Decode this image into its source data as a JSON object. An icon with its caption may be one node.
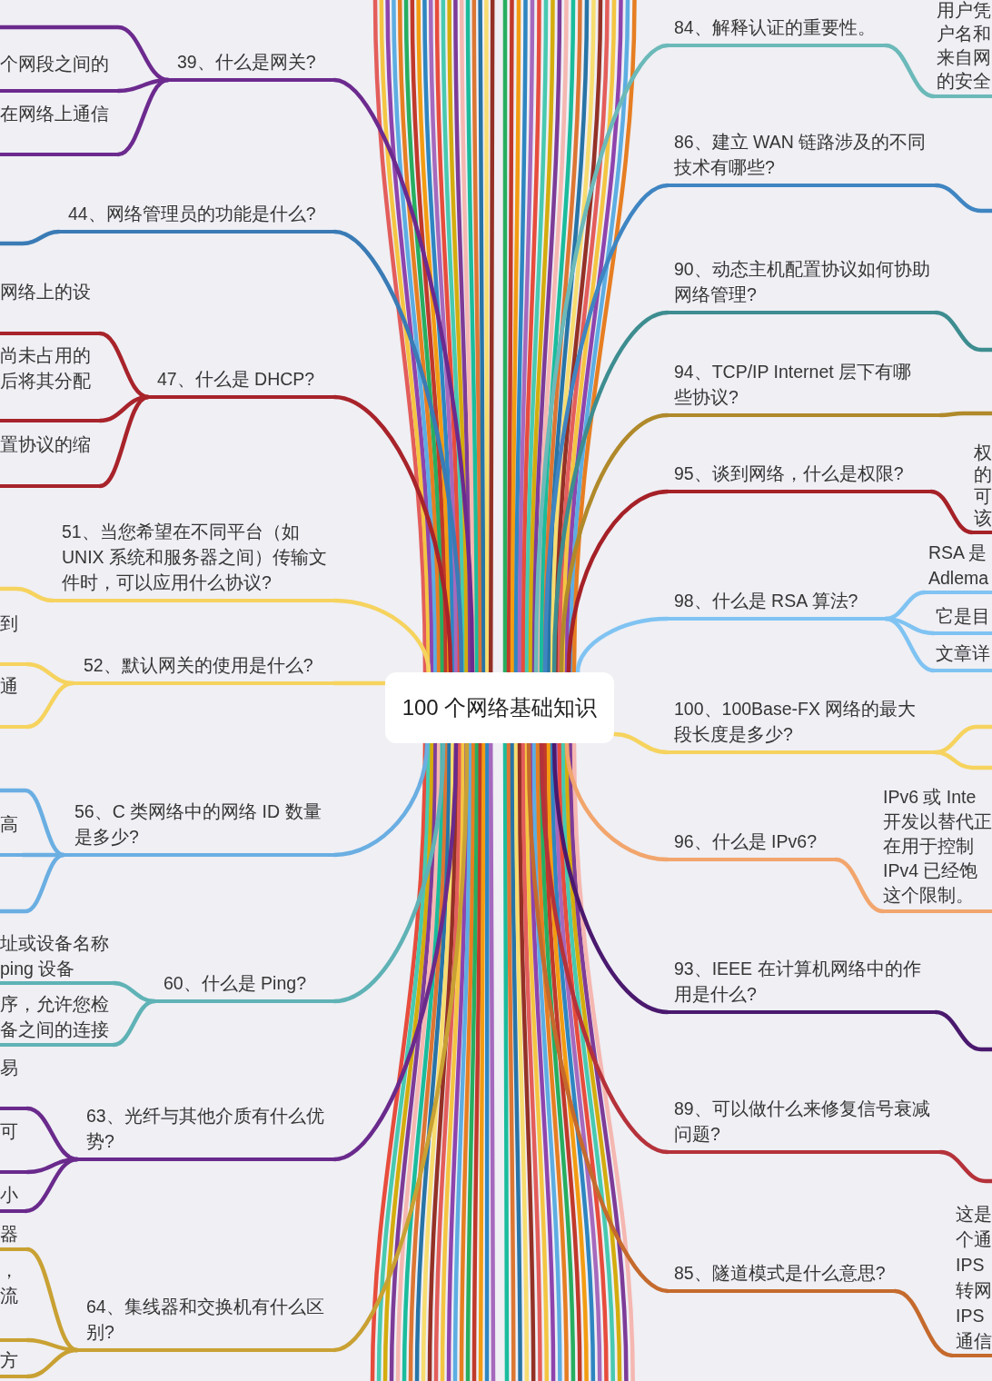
{
  "diagram": {
    "nodes": [
      {
        "text": [
          "100 个网络基础知识"
        ]
      },
      {
        "text": [
          "39、什么是网关?"
        ]
      },
      {
        "text": [
          "个网段之间的"
        ]
      },
      {
        "text": [
          "在网络上通信"
        ]
      },
      {
        "text": [
          "44、网络管理员的功能是什么?"
        ]
      },
      {
        "text": [
          "47、什么是 DHCP?"
        ]
      },
      {
        "text": [
          "网络上的设"
        ]
      },
      {
        "text": [
          "尚未占用的后将其分配"
        ]
      },
      {
        "text": [
          "置协议的缩"
        ]
      },
      {
        "text": [
          "51、当您希望在不同平台（如 UNIX 系统和服务器之间）传输文件时，可以应用什么协议?"
        ]
      },
      {
        "text": [
          "52、默认网关的使用是什么?"
        ]
      },
      {
        "text": [
          "到"
        ]
      },
      {
        "text": [
          "通"
        ]
      },
      {
        "text": [
          "56、C 类网络中的网络 ID 数量是多少?"
        ]
      },
      {
        "text": [
          "高"
        ]
      },
      {
        "text": [
          "60、什么是 Ping?"
        ]
      },
      {
        "text": [
          "址或设备名称ping 设备"
        ]
      },
      {
        "text": [
          "序，允许您检备之间的连接"
        ]
      },
      {
        "text": [
          "63、光纤与其他介质有什么优势?"
        ]
      },
      {
        "text": [
          "易"
        ]
      },
      {
        "text": [
          "可"
        ]
      },
      {
        "text": [
          "小"
        ]
      },
      {
        "text": [
          "64、集线器和交换机有什么区别?"
        ]
      },
      {
        "text": [
          "器"
        ]
      },
      {
        "text": [
          "，流"
        ]
      },
      {
        "text": [
          "方"
        ]
      },
      {
        "text": [
          "84、解释认证的重要性。"
        ]
      },
      {
        "text": [
          "用户凭户名和来自网的安全"
        ]
      },
      {
        "text": [
          "86、建立 WAN 链路涉及的不同技术有哪些?"
        ]
      },
      {
        "text": [
          "90、动态主机配置协议如何协助网络管理?"
        ]
      },
      {
        "text": [
          "94、TCP/IP Internet 层下有哪些协议?"
        ]
      },
      {
        "text": [
          "95、谈到网络，什么是权限?"
        ]
      },
      {
        "text": [
          "权的可该"
        ]
      },
      {
        "text": [
          "98、什么是 RSA 算法?"
        ]
      },
      {
        "text": [
          "RSA 是Adlema"
        ]
      },
      {
        "text": [
          "它是目"
        ]
      },
      {
        "text": [
          "文章详"
        ]
      },
      {
        "text": [
          "100、100Base-FX 网络的最大段长度是多少?"
        ]
      },
      {
        "text": [
          "96、什么是 IPv6?"
        ]
      },
      {
        "text": [
          "IPv6 或 Inte开发以替代正在用于控制IPv4 已经饱这个限制。"
        ]
      },
      {
        "text": [
          "93、IEEE 在计算机网络中的作用是什么?"
        ]
      },
      {
        "text": [
          "89、可以做什么来修复信号衰减问题?"
        ]
      },
      {
        "text": [
          "85、隧道模式是什么意思?"
        ]
      },
      {
        "text": [
          "这是个通IPS转网IPS通信"
        ]
      }
    ],
    "edges": [
      {
        "from": 0,
        "to": 1,
        "arrow": "none",
        "color": "#6c2a8e"
      },
      {
        "from": 1,
        "to": null,
        "arrow": "none",
        "color": "#6c2a8e"
      },
      {
        "from": 1,
        "to": 2,
        "arrow": "none",
        "color": "#6c2a8e"
      },
      {
        "from": 1,
        "to": 3,
        "arrow": "none",
        "color": "#6c2a8e"
      },
      {
        "from": 0,
        "to": 4,
        "arrow": "none",
        "color": "#3a7bb5"
      },
      {
        "from": 4,
        "to": null,
        "arrow": "none",
        "color": "#3a7bb5"
      },
      {
        "from": 0,
        "to": 5,
        "arrow": "none",
        "color": "#a8232a"
      },
      {
        "from": 5,
        "to": 6,
        "arrow": "none",
        "color": "#a8232a"
      },
      {
        "from": 5,
        "to": 7,
        "arrow": "none",
        "color": "#a8232a"
      },
      {
        "from": 5,
        "to": 8,
        "arrow": "none",
        "color": "#a8232a"
      },
      {
        "from": 0,
        "to": 9,
        "arrow": "none",
        "color": "#f6d35e"
      },
      {
        "from": 9,
        "to": null,
        "arrow": "none",
        "color": "#f6d35e"
      },
      {
        "from": 0,
        "to": 10,
        "arrow": "none",
        "color": "#f6d35e"
      },
      {
        "from": 10,
        "to": 11,
        "arrow": "none",
        "color": "#f6d35e"
      },
      {
        "from": 10,
        "to": 12,
        "arrow": "none",
        "color": "#f6d35e"
      },
      {
        "from": 0,
        "to": 13,
        "arrow": "none",
        "color": "#6aaee2"
      },
      {
        "from": 13,
        "to": null,
        "arrow": "none",
        "color": "#6aaee2"
      },
      {
        "from": 13,
        "to": 14,
        "arrow": "none",
        "color": "#6aaee2"
      },
      {
        "from": 13,
        "to": null,
        "arrow": "none",
        "color": "#6aaee2"
      },
      {
        "from": 0,
        "to": 15,
        "arrow": "none",
        "color": "#5fb2b5"
      },
      {
        "from": 15,
        "to": 16,
        "arrow": "none",
        "color": "#5fb2b5"
      },
      {
        "from": 15,
        "to": 17,
        "arrow": "none",
        "color": "#5fb2b5"
      },
      {
        "from": 0,
        "to": 18,
        "arrow": "none",
        "color": "#6a2a8c"
      },
      {
        "from": 18,
        "to": 19,
        "arrow": "none",
        "color": "#6a2a8c"
      },
      {
        "from": 18,
        "to": 20,
        "arrow": "none",
        "color": "#6a2a8c"
      },
      {
        "from": 18,
        "to": 21,
        "arrow": "none",
        "color": "#6a2a8c"
      },
      {
        "from": 0,
        "to": 22,
        "arrow": "none",
        "color": "#c9a133"
      },
      {
        "from": 22,
        "to": 23,
        "arrow": "none",
        "color": "#c9a133"
      },
      {
        "from": 22,
        "to": 24,
        "arrow": "none",
        "color": "#c9a133"
      },
      {
        "from": 22,
        "to": 25,
        "arrow": "none",
        "color": "#c9a133"
      },
      {
        "from": 0,
        "to": 26,
        "arrow": "none",
        "color": "#6bb9b9"
      },
      {
        "from": 26,
        "to": 27,
        "arrow": "none",
        "color": "#6bb9b9"
      },
      {
        "from": 0,
        "to": 28,
        "arrow": "none",
        "color": "#3f85c2"
      },
      {
        "from": 28,
        "to": null,
        "arrow": "none",
        "color": "#3f85c2"
      },
      {
        "from": 0,
        "to": 29,
        "arrow": "none",
        "color": "#3d8d90"
      },
      {
        "from": 29,
        "to": null,
        "arrow": "none",
        "color": "#3d8d90"
      },
      {
        "from": 0,
        "to": 30,
        "arrow": "none",
        "color": "#b0892a"
      },
      {
        "from": 30,
        "to": null,
        "arrow": "none",
        "color": "#b0892a"
      },
      {
        "from": 0,
        "to": 31,
        "arrow": "none",
        "color": "#a52127"
      },
      {
        "from": 31,
        "to": 32,
        "arrow": "none",
        "color": "#a52127"
      },
      {
        "from": 0,
        "to": 33,
        "arrow": "none",
        "color": "#7fc3f2"
      },
      {
        "from": 33,
        "to": 34,
        "arrow": "none",
        "color": "#7fc3f2"
      },
      {
        "from": 33,
        "to": 35,
        "arrow": "none",
        "color": "#7fc3f2"
      },
      {
        "from": 33,
        "to": 36,
        "arrow": "none",
        "color": "#7fc3f2"
      },
      {
        "from": 0,
        "to": 37,
        "arrow": "none",
        "color": "#f6d35e"
      },
      {
        "from": 37,
        "to": null,
        "arrow": "none",
        "color": "#f6d35e"
      },
      {
        "from": 37,
        "to": null,
        "arrow": "none",
        "color": "#f6d35e"
      },
      {
        "from": 0,
        "to": 38,
        "arrow": "none",
        "color": "#f2a56c"
      },
      {
        "from": 38,
        "to": 39,
        "arrow": "none",
        "color": "#f2a56c"
      },
      {
        "from": 0,
        "to": 40,
        "arrow": "none",
        "color": "#4a196e"
      },
      {
        "from": 40,
        "to": null,
        "arrow": "none",
        "color": "#4a196e"
      },
      {
        "from": 0,
        "to": 41,
        "arrow": "none",
        "color": "#b5323a"
      },
      {
        "from": 41,
        "to": null,
        "arrow": "none",
        "color": "#b5323a"
      },
      {
        "from": 0,
        "to": 42,
        "arrow": "none",
        "color": "#c56a2d"
      },
      {
        "from": 42,
        "to": 43,
        "arrow": "none",
        "color": "#c56a2d"
      },
      {
        "from": 0,
        "to": null,
        "arrow": "none",
        "color": "#e35d5b"
      },
      {
        "from": 0,
        "to": null,
        "arrow": "none",
        "color": "#f4c542"
      },
      {
        "from": 0,
        "to": null,
        "arrow": "none",
        "color": "#8e44ad"
      },
      {
        "from": 0,
        "to": null,
        "arrow": "none",
        "color": "#5dade2"
      },
      {
        "from": 0,
        "to": null,
        "arrow": "none",
        "color": "#e67e22"
      },
      {
        "from": 0,
        "to": null,
        "arrow": "none",
        "color": "#27ae60"
      },
      {
        "from": 0,
        "to": null,
        "arrow": "none",
        "color": "#c0392b"
      },
      {
        "from": 0,
        "to": null,
        "arrow": "none",
        "color": "#f39c12"
      },
      {
        "from": 0,
        "to": null,
        "arrow": "none",
        "color": "#2e86c1"
      },
      {
        "from": 0,
        "to": null,
        "arrow": "none",
        "color": "#a569bd"
      },
      {
        "from": 0,
        "to": null,
        "arrow": "none",
        "color": "#e74c3c"
      },
      {
        "from": 0,
        "to": null,
        "arrow": "none",
        "color": "#48c9b0"
      },
      {
        "from": 0,
        "to": null,
        "arrow": "none",
        "color": "#d4ac0d"
      },
      {
        "from": 0,
        "to": null,
        "arrow": "none",
        "color": "#7d3c98"
      },
      {
        "from": 0,
        "to": null,
        "arrow": "none",
        "color": "#f5b7b1"
      },
      {
        "from": 0,
        "to": null,
        "arrow": "none",
        "color": "#1abc9c"
      },
      {
        "from": 0,
        "to": null,
        "arrow": "none",
        "color": "#dc7633"
      },
      {
        "from": 0,
        "to": null,
        "arrow": "none",
        "color": "#2874a6"
      },
      {
        "from": 0,
        "to": null,
        "arrow": "none",
        "color": "#f7dc6f"
      },
      {
        "from": 0,
        "to": null,
        "arrow": "none",
        "color": "#943126"
      },
      {
        "from": 0,
        "to": null,
        "arrow": "none",
        "color": "#27ae60"
      },
      {
        "from": 0,
        "to": null,
        "arrow": "none",
        "color": "#c0392b"
      },
      {
        "from": 0,
        "to": null,
        "arrow": "none",
        "color": "#f39c12"
      },
      {
        "from": 0,
        "to": null,
        "arrow": "none",
        "color": "#2e86c1"
      },
      {
        "from": 0,
        "to": null,
        "arrow": "none",
        "color": "#a569bd"
      },
      {
        "from": 0,
        "to": null,
        "arrow": "none",
        "color": "#e74c3c"
      },
      {
        "from": 0,
        "to": null,
        "arrow": "none",
        "color": "#48c9b0"
      },
      {
        "from": 0,
        "to": null,
        "arrow": "none",
        "color": "#d4ac0d"
      },
      {
        "from": 0,
        "to": null,
        "arrow": "none",
        "color": "#7d3c98"
      },
      {
        "from": 0,
        "to": null,
        "arrow": "none",
        "color": "#f5b7b1"
      },
      {
        "from": 0,
        "to": null,
        "arrow": "none",
        "color": "#1abc9c"
      },
      {
        "from": 0,
        "to": null,
        "arrow": "none",
        "color": "#dc7633"
      },
      {
        "from": 0,
        "to": null,
        "arrow": "none",
        "color": "#2874a6"
      },
      {
        "from": 0,
        "to": null,
        "arrow": "none",
        "color": "#f7dc6f"
      },
      {
        "from": 0,
        "to": null,
        "arrow": "none",
        "color": "#943126"
      },
      {
        "from": 0,
        "to": null,
        "arrow": "none",
        "color": "#e35d5b"
      },
      {
        "from": 0,
        "to": null,
        "arrow": "none",
        "color": "#f4c542"
      },
      {
        "from": 0,
        "to": null,
        "arrow": "none",
        "color": "#8e44ad"
      },
      {
        "from": 0,
        "to": null,
        "arrow": "none",
        "color": "#5dade2"
      },
      {
        "from": 0,
        "to": null,
        "arrow": "none",
        "color": "#e67e22"
      },
      {
        "from": 0,
        "to": null,
        "arrow": "none",
        "color": "#e74c3c"
      },
      {
        "from": 0,
        "to": null,
        "arrow": "none",
        "color": "#48c9b0"
      },
      {
        "from": 0,
        "to": null,
        "arrow": "none",
        "color": "#d4ac0d"
      },
      {
        "from": 0,
        "to": null,
        "arrow": "none",
        "color": "#7d3c98"
      },
      {
        "from": 0,
        "to": null,
        "arrow": "none",
        "color": "#f5b7b1"
      },
      {
        "from": 0,
        "to": null,
        "arrow": "none",
        "color": "#1abc9c"
      },
      {
        "from": 0,
        "to": null,
        "arrow": "none",
        "color": "#dc7633"
      },
      {
        "from": 0,
        "to": null,
        "arrow": "none",
        "color": "#2874a6"
      },
      {
        "from": 0,
        "to": null,
        "arrow": "none",
        "color": "#f7dc6f"
      },
      {
        "from": 0,
        "to": null,
        "arrow": "none",
        "color": "#943126"
      },
      {
        "from": 0,
        "to": null,
        "arrow": "none",
        "color": "#e35d5b"
      },
      {
        "from": 0,
        "to": null,
        "arrow": "none",
        "color": "#f4c542"
      },
      {
        "from": 0,
        "to": null,
        "arrow": "none",
        "color": "#8e44ad"
      },
      {
        "from": 0,
        "to": null,
        "arrow": "none",
        "color": "#5dade2"
      },
      {
        "from": 0,
        "to": null,
        "arrow": "none",
        "color": "#e67e22"
      },
      {
        "from": 0,
        "to": null,
        "arrow": "none",
        "color": "#27ae60"
      },
      {
        "from": 0,
        "to": null,
        "arrow": "none",
        "color": "#c0392b"
      },
      {
        "from": 0,
        "to": null,
        "arrow": "none",
        "color": "#f39c12"
      },
      {
        "from": 0,
        "to": null,
        "arrow": "none",
        "color": "#2e86c1"
      },
      {
        "from": 0,
        "to": null,
        "arrow": "none",
        "color": "#a569bd"
      },
      {
        "from": 0,
        "to": null,
        "arrow": "none",
        "color": "#1abc9c"
      },
      {
        "from": 0,
        "to": null,
        "arrow": "none",
        "color": "#dc7633"
      },
      {
        "from": 0,
        "to": null,
        "arrow": "none",
        "color": "#2874a6"
      },
      {
        "from": 0,
        "to": null,
        "arrow": "none",
        "color": "#f7dc6f"
      },
      {
        "from": 0,
        "to": null,
        "arrow": "none",
        "color": "#943126"
      },
      {
        "from": 0,
        "to": null,
        "arrow": "none",
        "color": "#e35d5b"
      },
      {
        "from": 0,
        "to": null,
        "arrow": "none",
        "color": "#f4c542"
      },
      {
        "from": 0,
        "to": null,
        "arrow": "none",
        "color": "#8e44ad"
      },
      {
        "from": 0,
        "to": null,
        "arrow": "none",
        "color": "#5dade2"
      },
      {
        "from": 0,
        "to": null,
        "arrow": "none",
        "color": "#e67e22"
      },
      {
        "from": 0,
        "to": null,
        "arrow": "none",
        "color": "#27ae60"
      },
      {
        "from": 0,
        "to": null,
        "arrow": "none",
        "color": "#c0392b"
      },
      {
        "from": 0,
        "to": null,
        "arrow": "none",
        "color": "#f39c12"
      },
      {
        "from": 0,
        "to": null,
        "arrow": "none",
        "color": "#2e86c1"
      },
      {
        "from": 0,
        "to": null,
        "arrow": "none",
        "color": "#a569bd"
      },
      {
        "from": 0,
        "to": null,
        "arrow": "none",
        "color": "#e74c3c"
      },
      {
        "from": 0,
        "to": null,
        "arrow": "none",
        "color": "#48c9b0"
      },
      {
        "from": 0,
        "to": null,
        "arrow": "none",
        "color": "#d4ac0d"
      },
      {
        "from": 0,
        "to": null,
        "arrow": "none",
        "color": "#7d3c98"
      },
      {
        "from": 0,
        "to": null,
        "arrow": "none",
        "color": "#f5b7b1"
      }
    ]
  }
}
